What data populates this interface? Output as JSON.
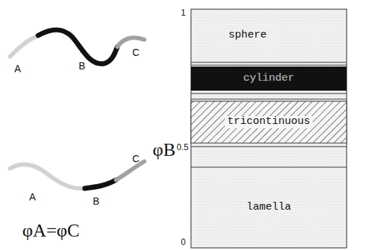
{
  "diagram": {
    "nodes": [
      {
        "text": [
          "sphere"
        ]
      },
      {
        "text": [
          "cylinder"
        ]
      },
      {
        "text": [
          "tricontinuous"
        ]
      },
      {
        "text": [
          "lamella"
        ]
      }
    ],
    "labels": [
      "1",
      "A",
      "B",
      "C",
      "φB",
      "0.5",
      "A",
      "B",
      "C",
      "φA=φC",
      "0"
    ]
  }
}
